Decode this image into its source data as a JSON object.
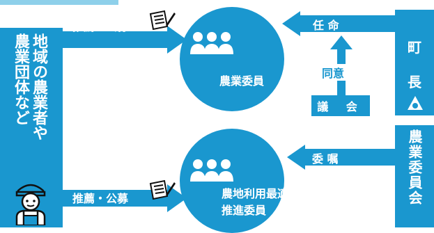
{
  "left_actor": {
    "lines": [
      "地域の農業者や",
      "農業団体など"
    ]
  },
  "arrow_top_label": "推薦・公募",
  "arrow_bottom_label": "推薦・公募",
  "circle_top": {
    "title": "農業委員"
  },
  "circle_bottom": {
    "title_line1": "農地利用最適化",
    "title_line2": "推進委員"
  },
  "appoint_label": "任 命",
  "consent_label": "同意",
  "council_label": "議 会",
  "mayor_box": {
    "char1": "町",
    "char2": "長"
  },
  "commission_label": "委 嘱",
  "committee_box": "農業委員会",
  "colors": {
    "primary": "#1a97cf",
    "light": "#8ed0ea",
    "text": "#ffffff"
  }
}
